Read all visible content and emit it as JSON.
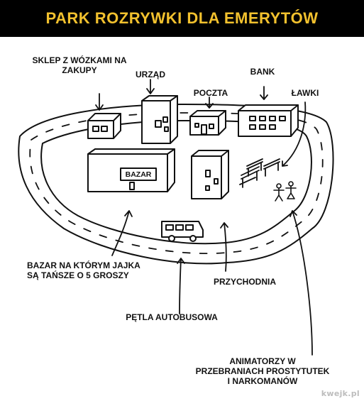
{
  "header": {
    "title": "PARK ROZRYWKI DLA EMERYTÓW"
  },
  "labels": {
    "shop_line1": "SKLEP Z WÓZKAMI NA",
    "shop_line2": "ZAKUPY",
    "office": "URZĄD",
    "post": "POCZTA",
    "bank": "BANK",
    "benches": "ŁAWKI",
    "bazar_sign": "BAZAR",
    "bazar_line1": "BAZAR NA KTÓRYM JAJKA",
    "bazar_line2": "SĄ TAŃSZE O 5 GROSZY",
    "clinic": "PRZYCHODNIA",
    "bus_loop": "PĘTLA AUTOBUSOWA",
    "anim_line1": "ANIMATORZY W",
    "anim_line2": "PRZEBRANIACH PROSTYTUTEK",
    "anim_line3": "I NARKOMANÓW"
  },
  "watermark": "kwejk.pl",
  "colors": {
    "header_bg": "#000000",
    "title": "#f2c12e",
    "ink": "#111111"
  }
}
